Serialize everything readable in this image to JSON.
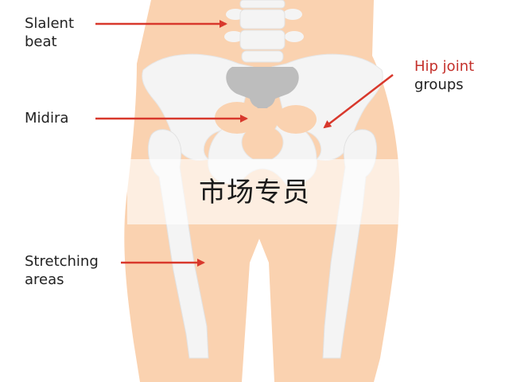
{
  "labels": {
    "slalent_line1": "Slalent",
    "slalent_line2": "beat",
    "midira": "Midira",
    "hip_line1": "Hip joint",
    "hip_line2": "groups",
    "stretch_line1": "Stretching",
    "stretch_line2": "areas"
  },
  "watermark": "市场专员",
  "colors": {
    "skin": "#fad2b0",
    "bone": "#f4f4f4",
    "bone_outline": "#e2e2e2",
    "sacrum": "#bdbdbd",
    "arrow": "#d8382c",
    "hip_label": "#c4302b"
  }
}
